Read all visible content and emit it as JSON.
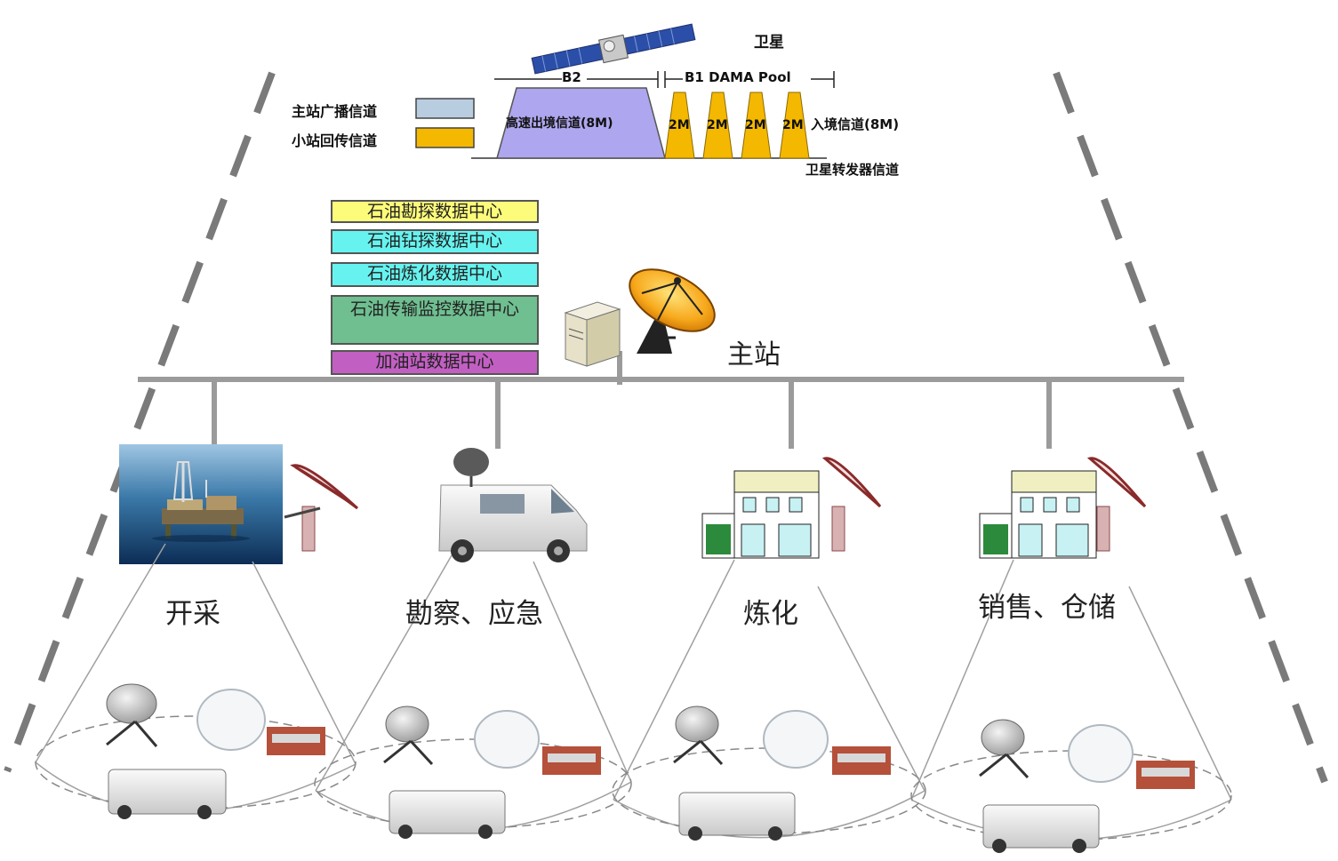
{
  "satellite": {
    "label": "卫星"
  },
  "bands": {
    "b2": "B2",
    "b1": "B1 DAMA Pool"
  },
  "legend": {
    "hub_channel": "主站广播信道",
    "remote_channel": "小站回传信道",
    "hub_color": "#b9cde0",
    "remote_color": "#f5b800"
  },
  "spectrum": {
    "outbound": "高速出境信道(8M)",
    "inbound_carriers": [
      "2M",
      "2M",
      "2M",
      "2M"
    ],
    "inbound": "入境信道(8M)",
    "transponder": "卫星转发器信道",
    "outbound_color": "#aea6ee",
    "inbound_color": "#f5b800"
  },
  "data_centers": [
    {
      "label": "石油勘探数据中心",
      "color": "#fdfb7a"
    },
    {
      "label": "石油钻探数据中心",
      "color": "#66f3f0"
    },
    {
      "label": "石油炼化数据中心",
      "color": "#66f3f0"
    },
    {
      "label": "石油传输监控数据中心",
      "color": "#6fbf91"
    },
    {
      "label": "加油站数据中心",
      "color": "#c25fc2"
    }
  ],
  "hub": {
    "label": "主站"
  },
  "sites": [
    {
      "label": "开采"
    },
    {
      "label": "勘察、应急"
    },
    {
      "label": "炼化"
    },
    {
      "label": "销售、仓储"
    }
  ]
}
